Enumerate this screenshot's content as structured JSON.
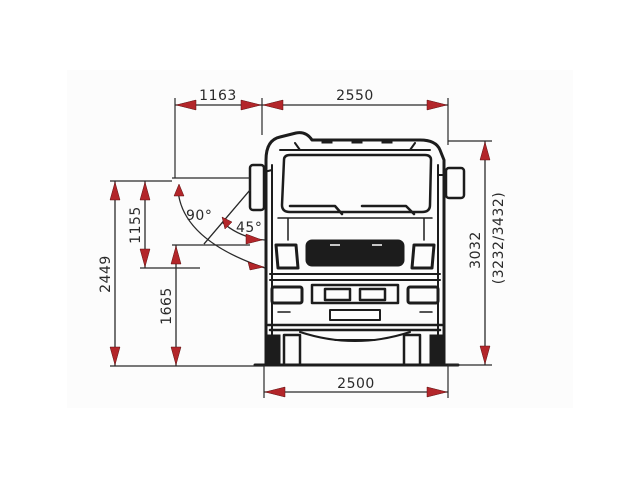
{
  "drawing": {
    "subject": "Truck front view with dimensions (mm)",
    "colors": {
      "lines": "#2a2a2a",
      "arrows": "#b3262a",
      "background_panel": "#fcfcfc"
    }
  },
  "dimensions": {
    "mirror_offset": "1163",
    "cab_width": "2550",
    "track_width": "2500",
    "height_total": "3032",
    "height_alt": "(3232/3432)",
    "door_open_height": "2449",
    "door_span": "1155",
    "door_bottom_height": "1665",
    "angle_open_full": "90°",
    "angle_open_half": "45°"
  }
}
